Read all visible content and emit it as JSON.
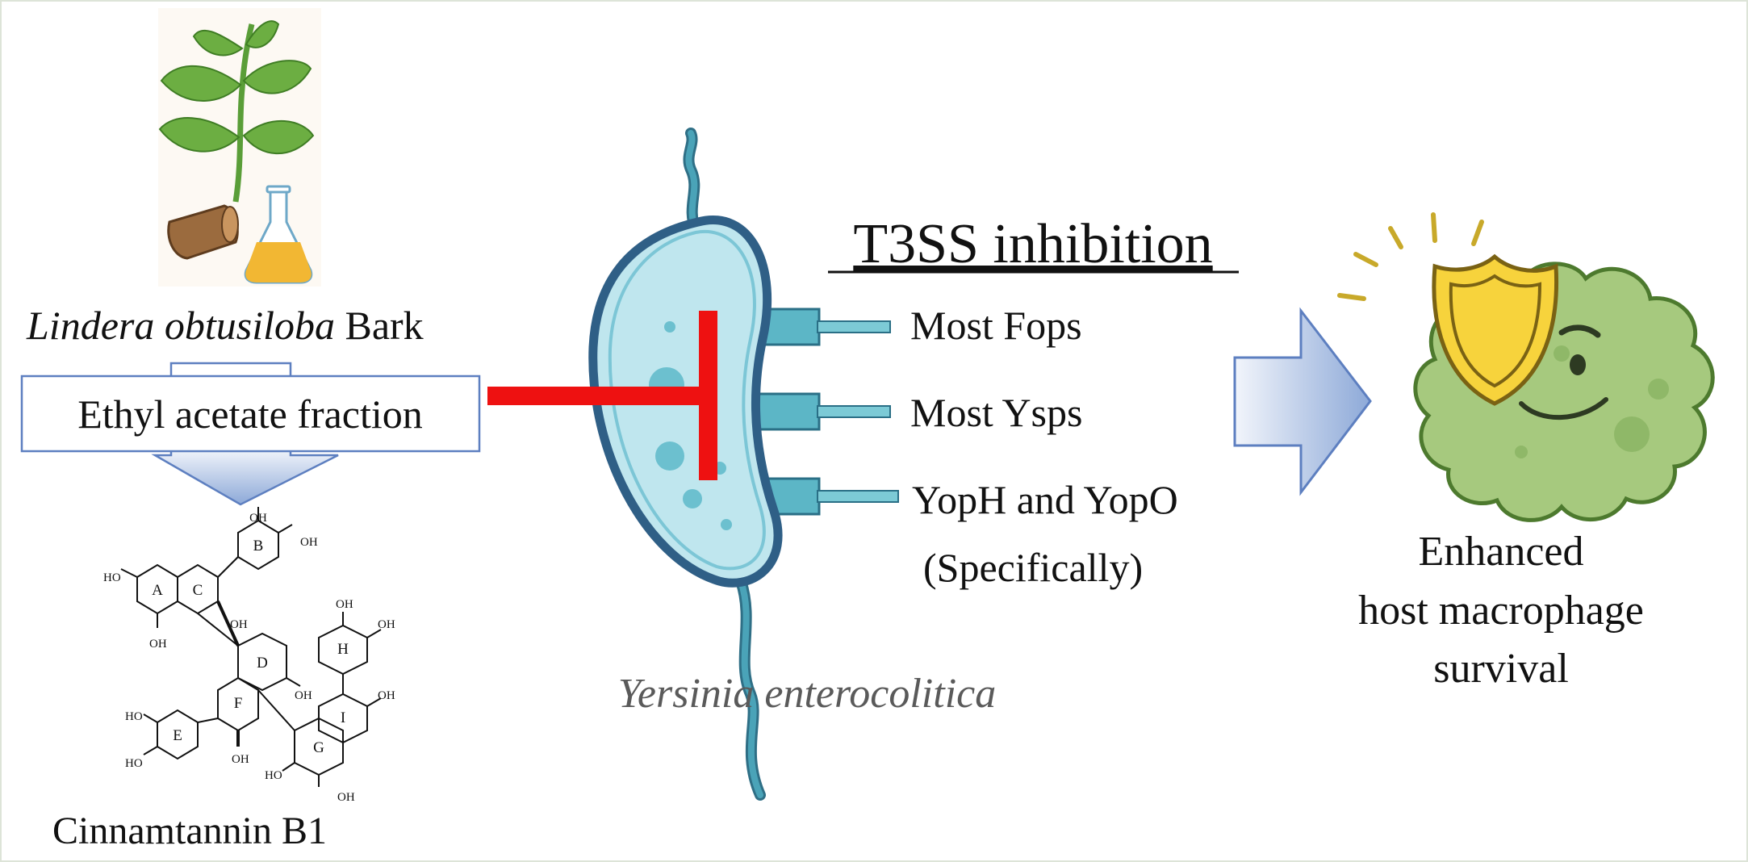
{
  "plant": {
    "name_italic": "Lindera obtusiloba",
    "name_plain": "Bark"
  },
  "fraction_label": "Ethyl acetate fraction",
  "compound_name": "Cinnamtannin B1",
  "chemical": {
    "ring_labels": [
      "A",
      "B",
      "C",
      "D",
      "E",
      "F",
      "G",
      "H",
      "I"
    ],
    "group_label": "OH",
    "group_label_left": "HO"
  },
  "bacterium": {
    "name": "Yersinia enterocolitica",
    "colors": {
      "body_fill": "#bfe6ee",
      "body_stroke": "#2f5f86",
      "flagellum": "#4aa3b8",
      "inhibit": "#ee1111"
    }
  },
  "t3ss": {
    "heading": "T3SS inhibition",
    "items": [
      "Most Fops",
      "Most Ysps",
      "YopH and YopO",
      "(Specifically)"
    ]
  },
  "outcome": {
    "lines": [
      "Enhanced",
      "host macrophage",
      "survival"
    ],
    "colors": {
      "macrophage": "#a6c97e",
      "shield": "#f7d33c"
    }
  },
  "arrow_colors": {
    "start": "#f2f5fb",
    "end": "#8da9d8",
    "stroke": "#5d7fc0"
  }
}
